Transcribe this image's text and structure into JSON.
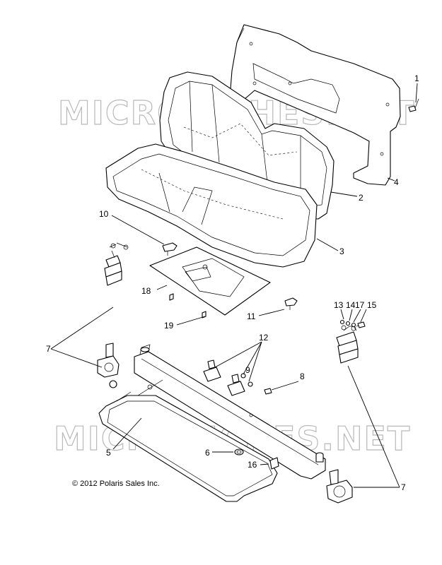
{
  "watermark_text": "MICROFICHES.NET",
  "copyright": "© 2012 Polaris Sales Inc.",
  "callouts": [
    "1",
    "2",
    "3",
    "4",
    "5",
    "6",
    "7",
    "7",
    "8",
    "9",
    "10",
    "11",
    "12",
    "13",
    "14",
    "15",
    "16",
    "17",
    "18",
    "19"
  ],
  "parts": {
    "seat_back_panel": "4",
    "seat_back": "2",
    "seat_bottom": "3",
    "seat_base_frame": "5",
    "seat_belt_retractor": "7",
    "bolt": "1",
    "bolt_8": "8",
    "washer": "9",
    "hinge_pad": "10",
    "clip_11": "11",
    "buckle": "12",
    "washer_13": "13",
    "washer_14": "14",
    "bolt_15": "15",
    "grommet_6": "6",
    "bushing_16": "16",
    "bushing_17": "17",
    "plate_18": "18",
    "screw_19": "19"
  }
}
